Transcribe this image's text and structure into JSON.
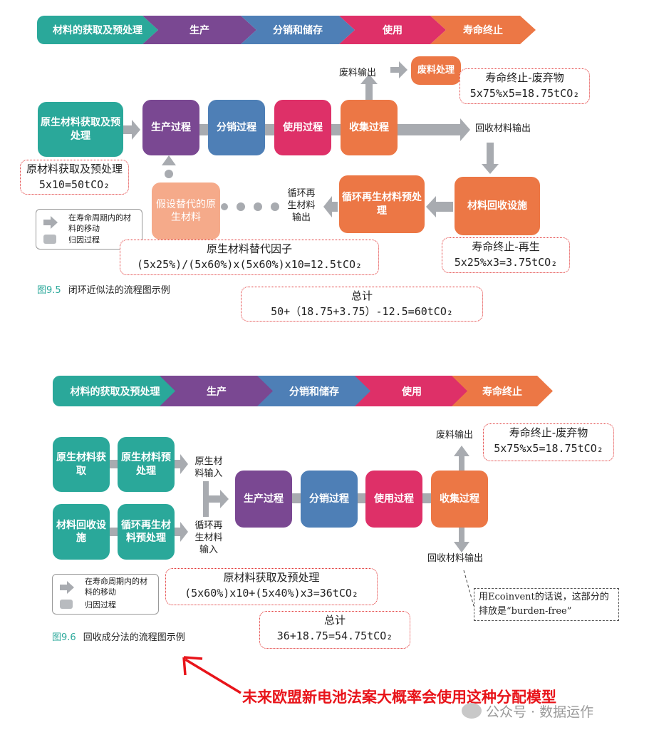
{
  "stages": [
    "材料的获取及预处理",
    "生产",
    "分销和储存",
    "使用",
    "寿命终止"
  ],
  "colors": {
    "teal": "#2aa89a",
    "purple": "#7a4892",
    "blue": "#4e7fb6",
    "pink": "#de3068",
    "orange": "#ec7745",
    "salmon": "#f5aa8a",
    "red": "#e8141a"
  },
  "legend": {
    "move": "在寿命周期内的材料的移动",
    "attr": "归因过程"
  },
  "fig1": {
    "boxes": {
      "virgin": "原生材料获取及预处理",
      "production": "生产过程",
      "distribution": "分销过程",
      "use": "使用过程",
      "collection": "收集过程",
      "waste_treatment": "废料处理",
      "recycling_facility": "材料回收设施",
      "recycled_preprocess": "循环再生材料预处理",
      "substitute": "假设替代的原生材料"
    },
    "labels": {
      "waste_output": "废料输出",
      "recycled_output": "回收材料输出",
      "recycled_material_output": "循环再生材料输出"
    },
    "calc": {
      "virgin": {
        "title": "原材料获取及预处理",
        "formula": "5x10=50tCO₂"
      },
      "eol_waste": {
        "title": "寿命终止-废弃物",
        "formula": "5x75%x5=18.75tCO₂"
      },
      "substitution": {
        "title": "原生材料替代因子",
        "formula": "(5x25%)/(5x60%)x(5x60%)x10=12.5tCO₂"
      },
      "eol_recycle": {
        "title": "寿命终止-再生",
        "formula": "5x25%x3=3.75tCO₂"
      },
      "total": {
        "title": "总计",
        "formula": "50+（18.75+3.75）-12.5=60tCO₂"
      }
    },
    "caption": {
      "num": "图9.5",
      "text": "闭环近似法的流程图示例"
    }
  },
  "fig2": {
    "boxes": {
      "virgin_acq": "原生材料获取",
      "virgin_pre": "原生材料预处理",
      "recycling_facility": "材料回收设施",
      "recycled_pre": "循环再生材料预处理",
      "production": "生产过程",
      "distribution": "分销过程",
      "use": "使用过程",
      "collection": "收集过程"
    },
    "labels": {
      "virgin_input": "原生材料输入",
      "recycled_input": "循环再生材料输入",
      "waste_output": "废料输出",
      "recycled_output": "回收材料输出"
    },
    "calc": {
      "eol_waste": {
        "title": "寿命终止-废弃物",
        "formula": "5x75%x5=18.75tCO₂"
      },
      "virgin": {
        "title": "原材料获取及预处理",
        "formula": "(5x60%)x10+(5x40%)x3=36tCO₂"
      },
      "total": {
        "title": "总计",
        "formula": "36+18.75=54.75tCO₂"
      }
    },
    "note": "用Ecoinvent的话说，这部分的排放是“burden-free”",
    "caption": {
      "num": "图9.6",
      "text": "回收成分法的流程图示例"
    }
  },
  "annotation": "未来欧盟新电池法案大概率会使用这种分配模型",
  "watermark": "公众号 · 数据运作"
}
